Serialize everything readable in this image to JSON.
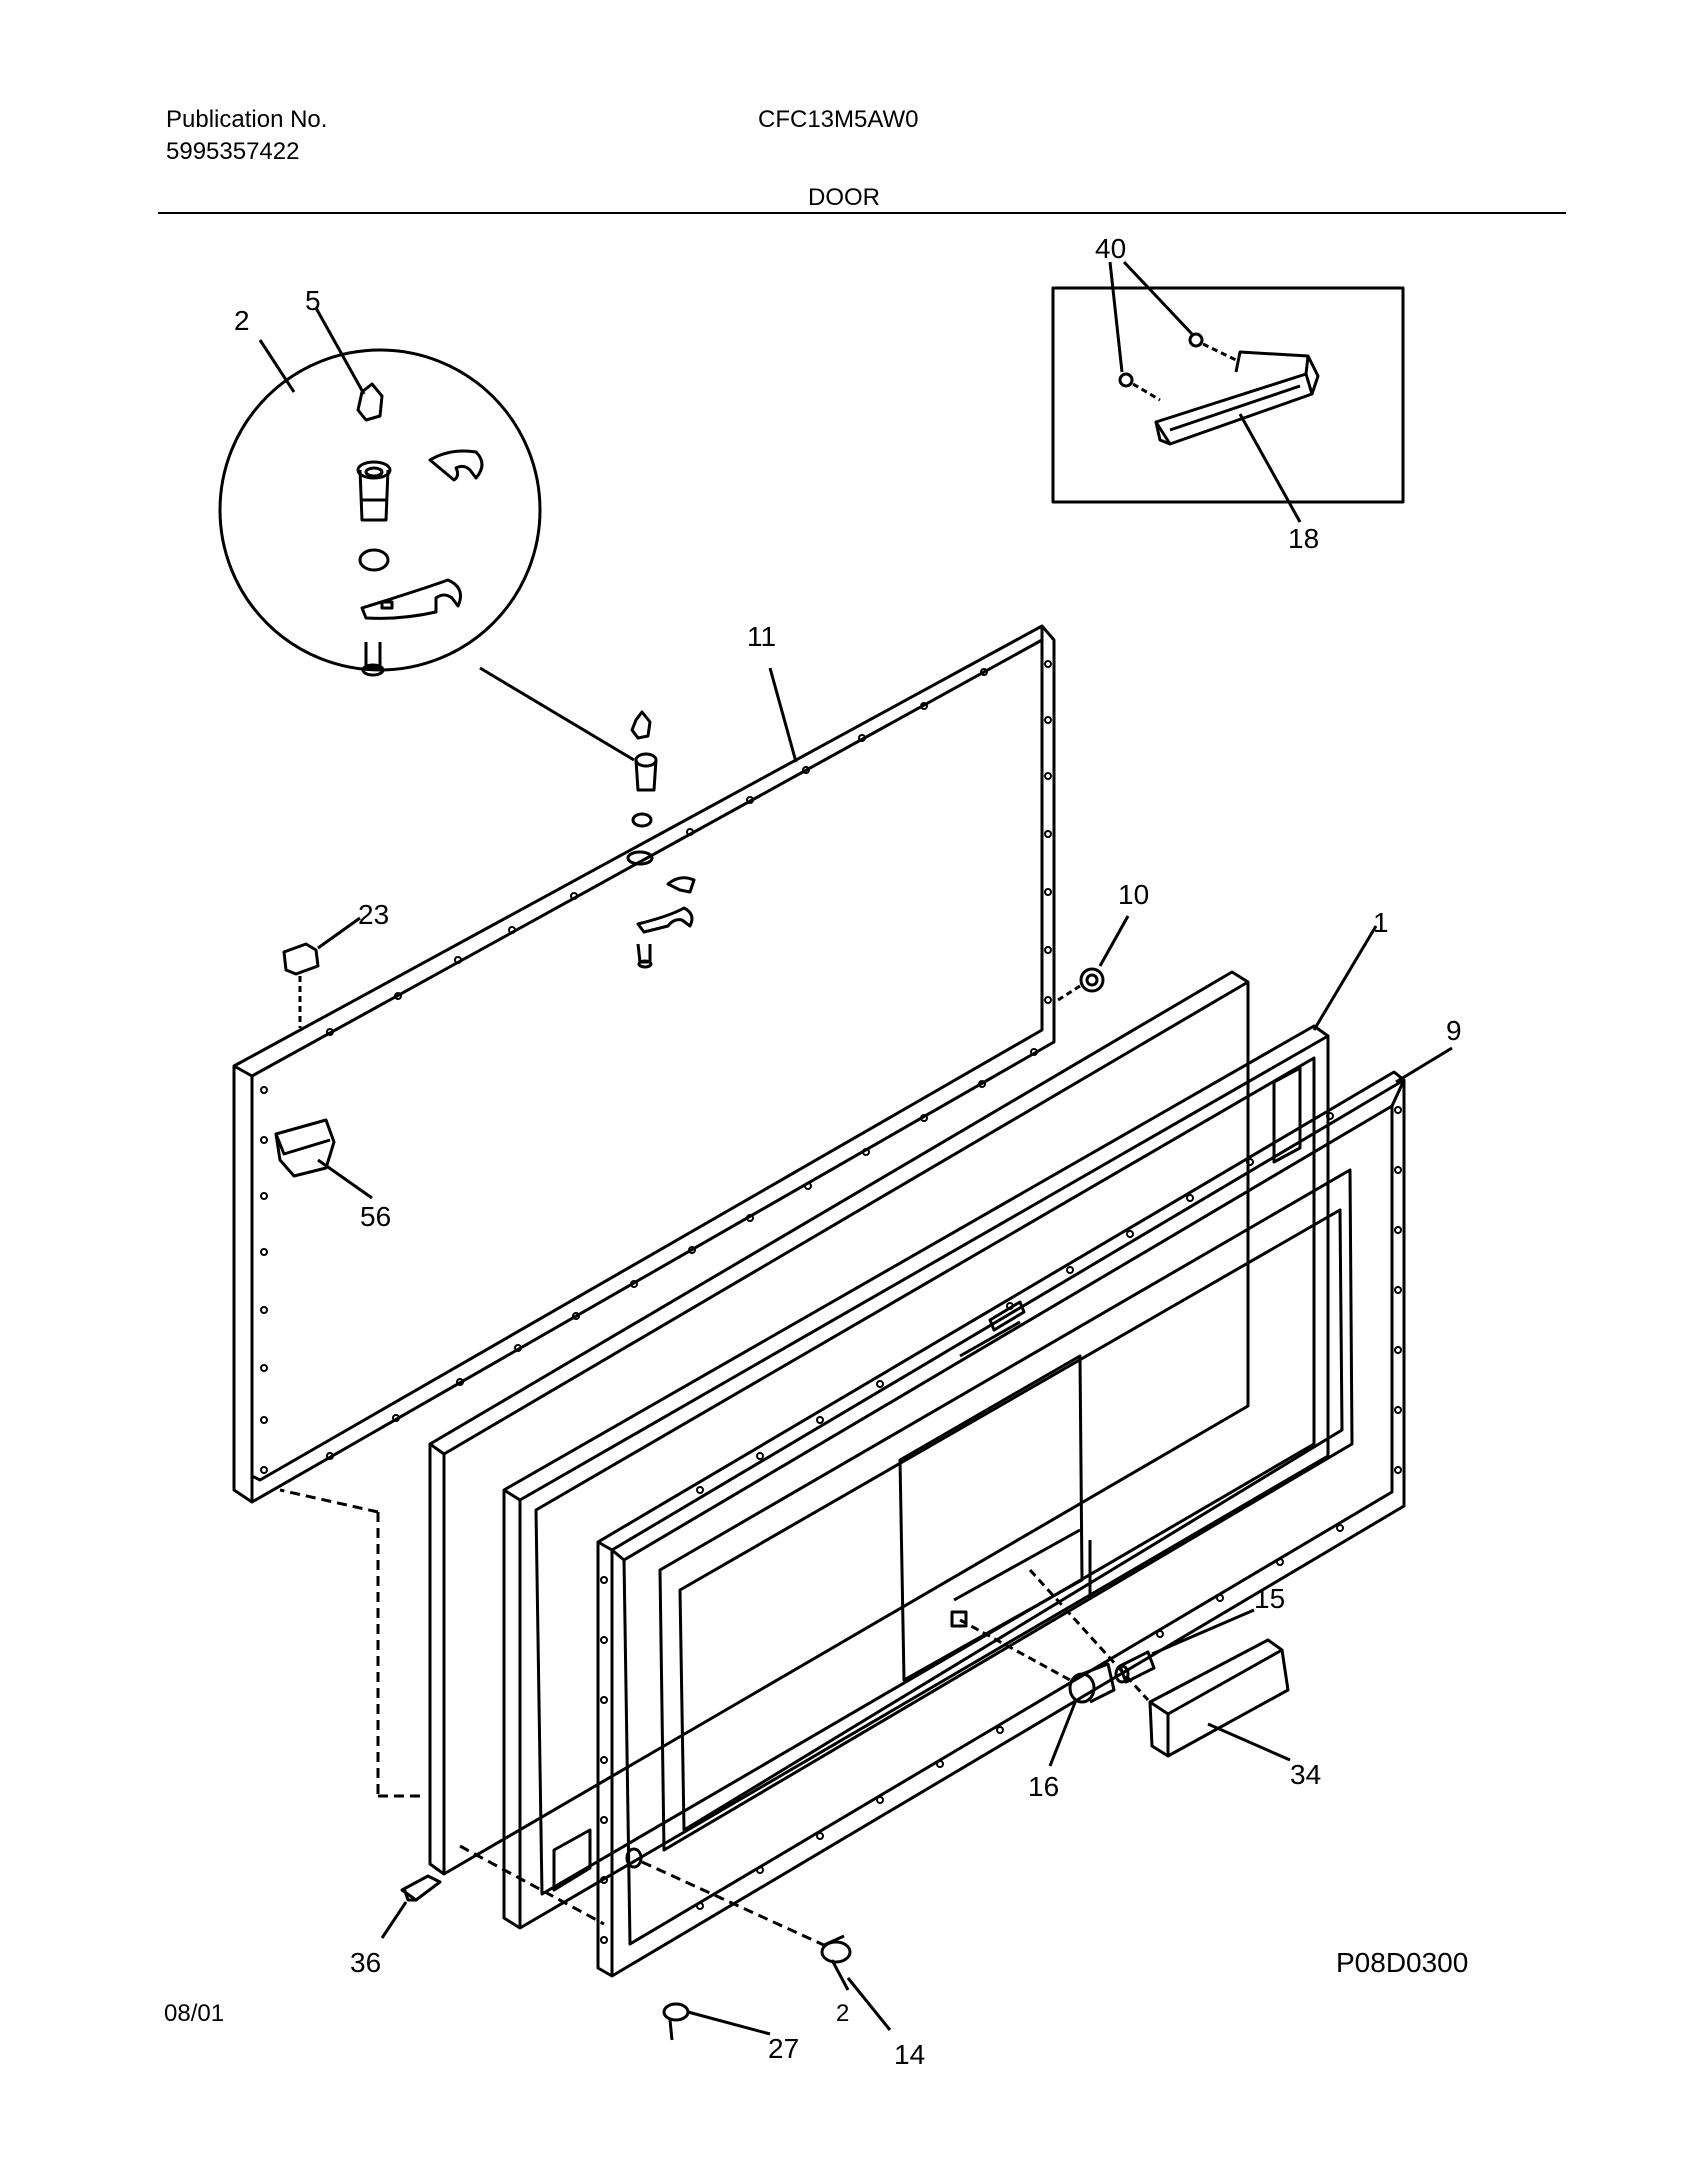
{
  "header": {
    "pub_label": "Publication No.",
    "pub_number": "5995357422",
    "model": "CFC13M5AW0",
    "section": "DOOR"
  },
  "footer": {
    "date": "08/01",
    "page": "2"
  },
  "diagram": {
    "code": "P08D0300",
    "callouts": {
      "c1": "1",
      "c2": "2",
      "c5": "5",
      "c9": "9",
      "c10": "10",
      "c11": "11",
      "c14": "14",
      "c15": "15",
      "c16": "16",
      "c18": "18",
      "c23": "23",
      "c27": "27",
      "c34": "34",
      "c36": "36",
      "c40": "40",
      "c56": "56"
    }
  }
}
